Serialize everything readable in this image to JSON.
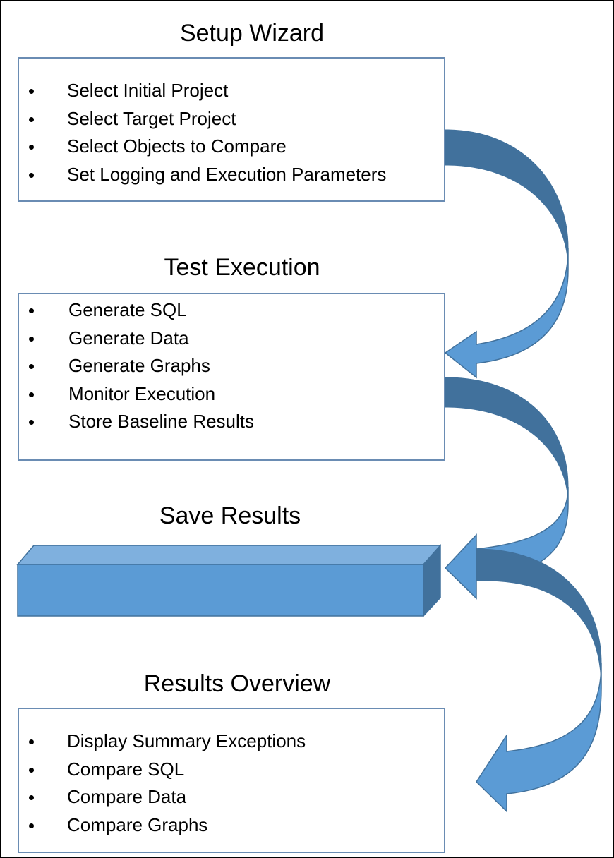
{
  "sections": [
    {
      "title": "Setup Wizard",
      "items": [
        "Select Initial Project",
        "Select Target Project",
        "Select Objects to Compare",
        "Set Logging and Execution Parameters"
      ]
    },
    {
      "title": "Test Execution",
      "items": [
        "Generate SQL",
        "Generate Data",
        "Generate Graphs",
        "Monitor Execution",
        "Store Baseline Results"
      ]
    },
    {
      "title": "Save Results"
    },
    {
      "title": "Results Overview",
      "items": [
        "Display Summary Exceptions",
        "Compare SQL",
        "Compare Data",
        "Compare Graphs"
      ]
    }
  ],
  "colors": {
    "box_border": "#6a8cb3",
    "arrow_fill": "#5b9bd5",
    "arrow_shade": "#41719c",
    "bar_front": "#5b9bd5",
    "bar_top": "#7fb0de",
    "bar_side": "#41719c"
  }
}
